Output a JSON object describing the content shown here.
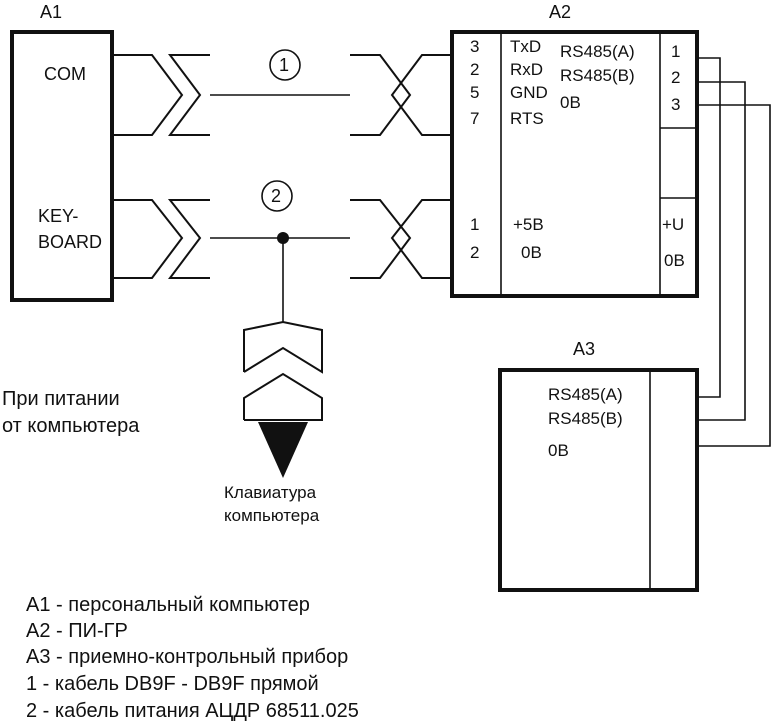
{
  "blocks": {
    "a1": {
      "label": "А1",
      "port_com": "COM",
      "port_kbd_1": "KEY-",
      "port_kbd_2": "BOARD"
    },
    "a2": {
      "label": "А2",
      "pins_left": [
        "3",
        "2",
        "5",
        "7"
      ],
      "signals_left": [
        "TxD",
        "RxD",
        "GND",
        "RTS"
      ],
      "signals_right": [
        "RS485(A)",
        "RS485(B)",
        "0В"
      ],
      "pins_right": [
        "1",
        "2",
        "3"
      ],
      "power_pins": [
        "1",
        "2"
      ],
      "power_signals": [
        "+5В",
        "0В"
      ],
      "power_out": [
        "+U",
        "0В"
      ]
    },
    "a3": {
      "label": "А3",
      "signals": [
        "RS485(A)",
        "RS485(B)",
        "0В"
      ]
    }
  },
  "cables": {
    "cable1": "1",
    "cable2": "2"
  },
  "keyboard": {
    "line1": "Клавиатура",
    "line2": "компьютера"
  },
  "note": {
    "line1": "При питании",
    "line2": "от компьютера"
  },
  "legend": [
    "А1 - персональный компьютер",
    "А2 - ПИ-ГР",
    "А3 - приемно-контрольный прибор",
    "1 - кабель DB9F - DB9F прямой",
    "2 - кабель питания АЦДР 68511.025"
  ]
}
